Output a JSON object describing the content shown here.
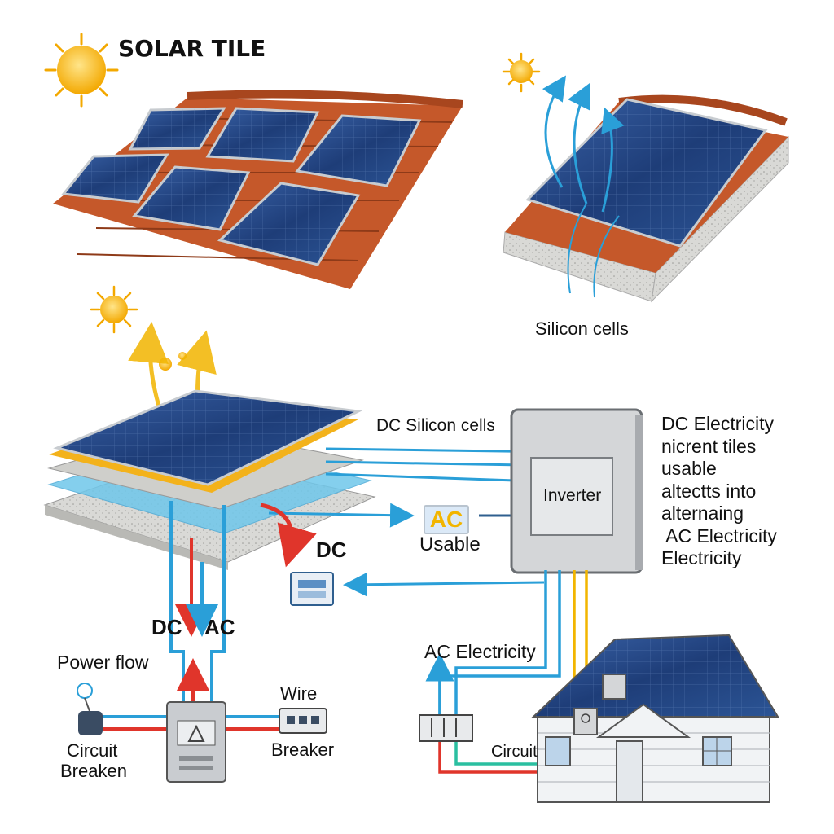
{
  "title": "SOLAR TILE",
  "labels": {
    "silicon_cells": "Silicon cells",
    "dc_silicon_cells": "DC Silicon cells",
    "inverter": "Inverter",
    "ac_badge": "AC",
    "usable": "Usable",
    "dc_big": "DC",
    "dc_left": "DC",
    "ac_left": "AC",
    "power_flow": "Power flow",
    "circuit_left": "Circuit",
    "breaken": "Breaken",
    "wire": "Wire",
    "breaker": "Breaker",
    "ac_electricity": "AC Electricity",
    "circuit_right": "Circuit"
  },
  "side_text": [
    "DC Electricity",
    "nicrent tiles",
    "usable",
    "altectts into",
    "alternaing",
    " AC Electricity",
    "Electricity"
  ],
  "colors": {
    "dc_wire": "#e0352b",
    "ac_wire": "#2a9fd8",
    "yellow_wire": "#f2b500",
    "panel": "#1f3f78",
    "roof_tile": "#c5582a",
    "sun": "#f7b500"
  }
}
